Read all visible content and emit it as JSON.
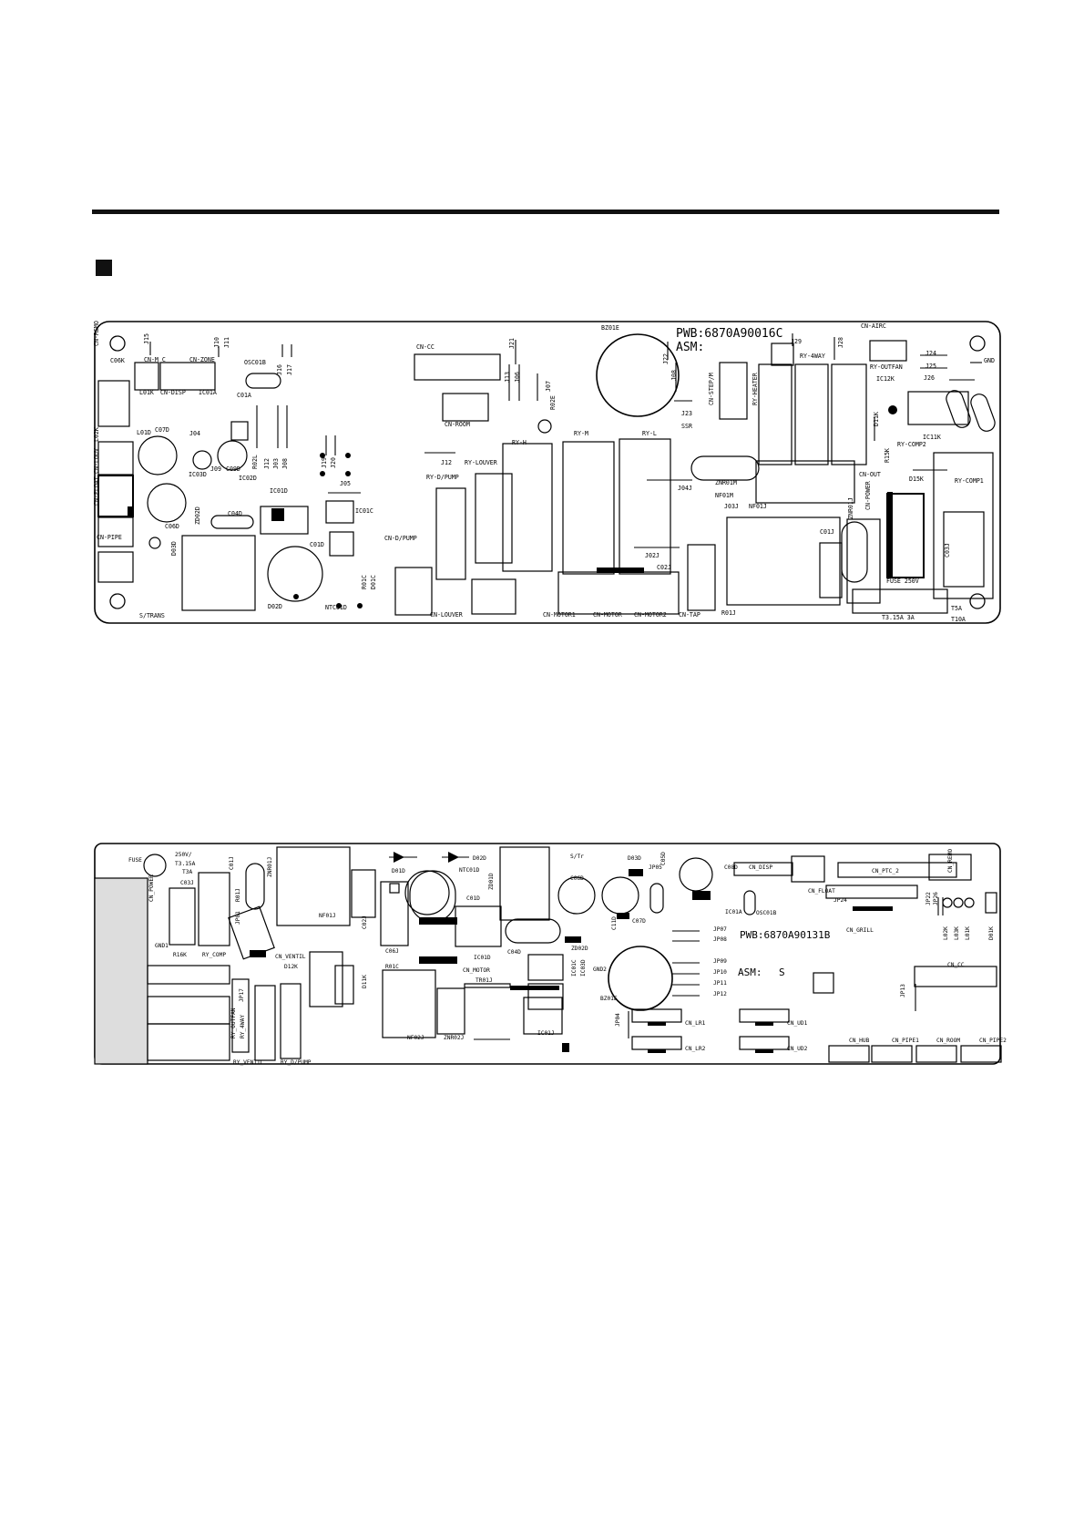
{
  "board1": {
    "pwb": "PWB:6870A90016C",
    "asm": "ASM:",
    "labels": [
      [
        "CN-REMO",
        108,
        380,
        90
      ],
      [
        "C06K",
        121,
        398,
        0
      ],
      [
        "J15",
        163,
        378,
        90
      ],
      [
        "CN-M C",
        158,
        397,
        0
      ],
      [
        "CN-ZONE",
        208,
        397,
        0
      ],
      [
        "J10",
        240,
        382,
        90
      ],
      [
        "J11",
        251,
        382,
        90
      ],
      [
        "OSC01B",
        268,
        400,
        0
      ],
      [
        "J16",
        309,
        412,
        90
      ],
      [
        "J17",
        320,
        412,
        90
      ],
      [
        "L01K",
        153,
        433,
        0
      ],
      [
        "CN-DISP",
        176,
        433,
        0
      ],
      [
        "IC01A",
        218,
        433,
        0
      ],
      [
        "C01A",
        260,
        436,
        0
      ],
      [
        "L02K",
        108,
        485,
        90
      ],
      [
        "L01D",
        150,
        477,
        0
      ],
      [
        "C07D",
        170,
        474,
        0
      ],
      [
        "J04",
        208,
        478,
        0
      ],
      [
        "CN-LOUV",
        108,
        520,
        90
      ],
      [
        "CN-FLOAT",
        108,
        555,
        90
      ],
      [
        "IC03D",
        207,
        523,
        0
      ],
      [
        "J09",
        231,
        517,
        0
      ],
      [
        "C09D",
        248,
        517,
        0
      ],
      [
        "IC02D",
        262,
        527,
        0
      ],
      [
        "R02L",
        282,
        515,
        90
      ],
      [
        "J12",
        295,
        515,
        90
      ],
      [
        "J03",
        305,
        515,
        90
      ],
      [
        "J08",
        315,
        515,
        90
      ],
      [
        "J19",
        358,
        514,
        90
      ],
      [
        "J20",
        368,
        514,
        90
      ],
      [
        "J05",
        373,
        533,
        0
      ],
      [
        "IC01D",
        296,
        541,
        0
      ],
      [
        "C04D",
        250,
        566,
        0
      ],
      [
        "C06D",
        181,
        580,
        0
      ],
      [
        "ZD02D",
        219,
        576,
        90
      ],
      [
        "IC01C",
        390,
        563,
        0
      ],
      [
        "C01D",
        340,
        600,
        0
      ],
      [
        "D03D",
        193,
        610,
        90
      ],
      [
        "CN-PIPE",
        106,
        592,
        0
      ],
      [
        "D02D",
        294,
        668,
        0
      ],
      [
        "NTC01D",
        357,
        669,
        0
      ],
      [
        "R01C",
        402,
        647,
        90
      ],
      [
        "D01C",
        412,
        647,
        90
      ],
      [
        "S/TRANS",
        153,
        678,
        0
      ],
      [
        "CN-CC",
        457,
        383,
        0
      ],
      [
        "CN-ROOM",
        488,
        468,
        0
      ],
      [
        "J12",
        484,
        510,
        0
      ],
      [
        "RY-D/PUMP",
        468,
        526,
        0
      ],
      [
        "CN-D/PUMP",
        422,
        593,
        0
      ],
      [
        "CN-LOUVER",
        472,
        677,
        0
      ],
      [
        "J21",
        564,
        383,
        90
      ],
      [
        "J13",
        559,
        420,
        90
      ],
      [
        "J06",
        570,
        420,
        90
      ],
      [
        "J07",
        604,
        430,
        90
      ],
      [
        "R02E",
        609,
        450,
        90
      ],
      [
        "RY-LOUVER",
        510,
        510,
        0
      ],
      [
        "RY-H",
        562,
        488,
        0
      ],
      [
        "RY-M",
        630,
        478,
        0
      ],
      [
        "RY-L",
        705,
        478,
        0
      ],
      [
        "BZ01E",
        660,
        362,
        0
      ],
      [
        "J22",
        733,
        400,
        90
      ],
      [
        "J08",
        742,
        418,
        90
      ],
      [
        "J23",
        748,
        456,
        0
      ],
      [
        "CN-STEP/M",
        783,
        445,
        90
      ],
      [
        "SSR",
        748,
        470,
        0
      ],
      [
        "J04J",
        744,
        538,
        0
      ],
      [
        "ZNR01M",
        785,
        532,
        0
      ],
      [
        "NF01M",
        785,
        546,
        0
      ],
      [
        "J03J",
        795,
        558,
        0
      ],
      [
        "NF01J",
        822,
        558,
        0
      ],
      [
        "J02J",
        708,
        612,
        0
      ],
      [
        "C02J",
        721,
        625,
        0
      ],
      [
        "CN-MOTOR1",
        596,
        677,
        0
      ],
      [
        "CN-MOTOR",
        651,
        677,
        0
      ],
      [
        "CN-MOTOR2",
        696,
        677,
        0
      ],
      [
        "CN-TAP",
        745,
        677,
        0
      ],
      [
        "R01J",
        792,
        675,
        0
      ],
      [
        "J29",
        868,
        377,
        0
      ],
      [
        "RY-4WAY",
        878,
        393,
        0
      ],
      [
        "J28",
        925,
        382,
        90
      ],
      [
        "RY-HEATER",
        831,
        445,
        90
      ],
      [
        "CN-AIRC",
        945,
        360,
        0
      ],
      [
        "RY-OUTFAN",
        955,
        405,
        0
      ],
      [
        "IC12K",
        962,
        418,
        0
      ],
      [
        "J26",
        1014,
        417,
        0
      ],
      [
        "J24",
        1016,
        390,
        0
      ],
      [
        "J25",
        1016,
        404,
        0
      ],
      [
        "GND",
        1080,
        398,
        0
      ],
      [
        "D11K",
        964,
        468,
        90
      ],
      [
        "IC11K",
        1013,
        482,
        0
      ],
      [
        "RY-COMP2",
        985,
        490,
        0
      ],
      [
        "R15K",
        976,
        508,
        90
      ],
      [
        "D15K",
        998,
        528,
        0
      ],
      [
        "RY-COMP1",
        1048,
        530,
        0
      ],
      [
        "CN-OUT",
        943,
        523,
        0
      ],
      [
        "CN-POWER",
        955,
        560,
        90
      ],
      [
        "ZNR01J",
        936,
        570,
        90
      ],
      [
        "C01J",
        900,
        586,
        0
      ],
      [
        "C03J",
        1042,
        612,
        90
      ],
      [
        "FUSE 250V",
        973,
        640,
        0
      ],
      [
        "T3.15A 3A",
        968,
        680,
        0
      ],
      [
        "T5A",
        1044,
        670,
        0
      ],
      [
        "T10A",
        1044,
        682,
        0
      ]
    ]
  },
  "board2": {
    "pwb": "PWB:6870A90131B",
    "asm": "ASM:",
    "asm_value": "S",
    "labels": [
      [
        "FUSE",
        141,
        946,
        0
      ],
      [
        "250V/",
        192,
        940,
        0
      ],
      [
        "T3.15A",
        192,
        950,
        0
      ],
      [
        "T3A",
        200,
        959,
        0
      ],
      [
        "C03J",
        198,
        971,
        0
      ],
      [
        "C01J",
        256,
        955,
        90
      ],
      [
        "ZNR01J",
        298,
        963,
        90
      ],
      [
        "CN_POWER",
        168,
        990,
        90
      ],
      [
        "R01J",
        263,
        990,
        90
      ],
      [
        "JP01",
        263,
        1015,
        90
      ],
      [
        "GND1",
        170,
        1040,
        0
      ],
      [
        "R16K",
        190,
        1050,
        0
      ],
      [
        "RY_COMP",
        222,
        1050,
        0
      ],
      [
        "CN_VENTIL",
        302,
        1052,
        0
      ],
      [
        "D12K",
        312,
        1063,
        0
      ],
      [
        "JP17",
        267,
        1100,
        90
      ],
      [
        "RY_OUTFAN",
        258,
        1140,
        90
      ],
      [
        "RY_4WAY",
        268,
        1140,
        90
      ],
      [
        "RY_VENTIL",
        256,
        1168,
        0
      ],
      [
        "RY_D/PUMP",
        308,
        1168,
        0
      ],
      [
        "NF01J",
        350,
        1007,
        0
      ],
      [
        "C02J",
        402,
        1020,
        90
      ],
      [
        "C06J",
        423,
        1046,
        0
      ],
      [
        "D01D",
        430,
        958,
        0
      ],
      [
        "D02D",
        519,
        944,
        0
      ],
      [
        "NTC01D",
        504,
        957,
        0
      ],
      [
        "C01D",
        512,
        988,
        0
      ],
      [
        "ZD01D",
        541,
        977,
        90
      ],
      [
        "IC01D",
        520,
        1053,
        0
      ],
      [
        "CN_MOTOR",
        508,
        1067,
        0
      ],
      [
        "TR01J",
        522,
        1078,
        0
      ],
      [
        "R01C",
        423,
        1063,
        0
      ],
      [
        "D11K",
        402,
        1085,
        90
      ],
      [
        "NF02J",
        447,
        1141,
        0
      ],
      [
        "ZNR02J",
        487,
        1141,
        0
      ],
      [
        "IC01J",
        590,
        1136,
        0
      ],
      [
        "S/Tr",
        626,
        942,
        0
      ],
      [
        "D03D",
        689,
        944,
        0
      ],
      [
        "JP05",
        712,
        954,
        0
      ],
      [
        "C06D",
        626,
        966,
        0
      ],
      [
        "C05D",
        730,
        950,
        90
      ],
      [
        "C11D",
        676,
        1021,
        90
      ],
      [
        "C04D",
        557,
        1047,
        0
      ],
      [
        "ZD02D",
        627,
        1043,
        0
      ],
      [
        "GND2",
        651,
        1066,
        0
      ],
      [
        "IC01C",
        632,
        1072,
        90
      ],
      [
        "IC03D",
        642,
        1072,
        90
      ],
      [
        "BZ01E",
        659,
        1098,
        0
      ],
      [
        "JP04",
        680,
        1127,
        90
      ],
      [
        "C07D",
        694,
        1013,
        0
      ],
      [
        "C08D",
        795,
        954,
        0
      ],
      [
        "CN_DISP",
        822,
        954,
        0
      ],
      [
        "IC01A",
        796,
        1003,
        0
      ],
      [
        "OSC01B",
        830,
        1004,
        0
      ],
      [
        "JP07",
        783,
        1022,
        0
      ],
      [
        "JP08",
        783,
        1033,
        0
      ],
      [
        "JP09",
        783,
        1057,
        0
      ],
      [
        "JP10",
        783,
        1069,
        0
      ],
      [
        "JP11",
        783,
        1081,
        0
      ],
      [
        "JP12",
        783,
        1093,
        0
      ],
      [
        "CN_LR1",
        752,
        1125,
        0
      ],
      [
        "CN_LR2",
        752,
        1153,
        0
      ],
      [
        "CN_UD1",
        864,
        1125,
        0
      ],
      [
        "CN_UD2",
        864,
        1153,
        0
      ],
      [
        "CN_FLOAT",
        887,
        980,
        0
      ],
      [
        "CN_PTC_2",
        957,
        958,
        0
      ],
      [
        "JP24",
        915,
        990,
        0
      ],
      [
        "CN_GRILL",
        929,
        1023,
        0
      ],
      [
        "JP22",
        1021,
        994,
        90
      ],
      [
        "JP26",
        1029,
        994,
        90
      ],
      [
        "L02K",
        1040,
        1032,
        90
      ],
      [
        "L03K",
        1052,
        1032,
        90
      ],
      [
        "L01K",
        1064,
        1032,
        90
      ],
      [
        "D01K",
        1090,
        1032,
        90
      ],
      [
        "CN_REMO",
        1045,
        958,
        90
      ],
      [
        "CN_CC",
        1040,
        1061,
        0
      ],
      [
        "JP13",
        993,
        1095,
        90
      ],
      [
        "CN_HUB",
        932,
        1144,
        0
      ],
      [
        "CN_PIPE1",
        979,
        1144,
        0
      ],
      [
        "CN_ROOM",
        1028,
        1144,
        0
      ],
      [
        "CN_PIPE2",
        1075,
        1144,
        0
      ]
    ]
  }
}
